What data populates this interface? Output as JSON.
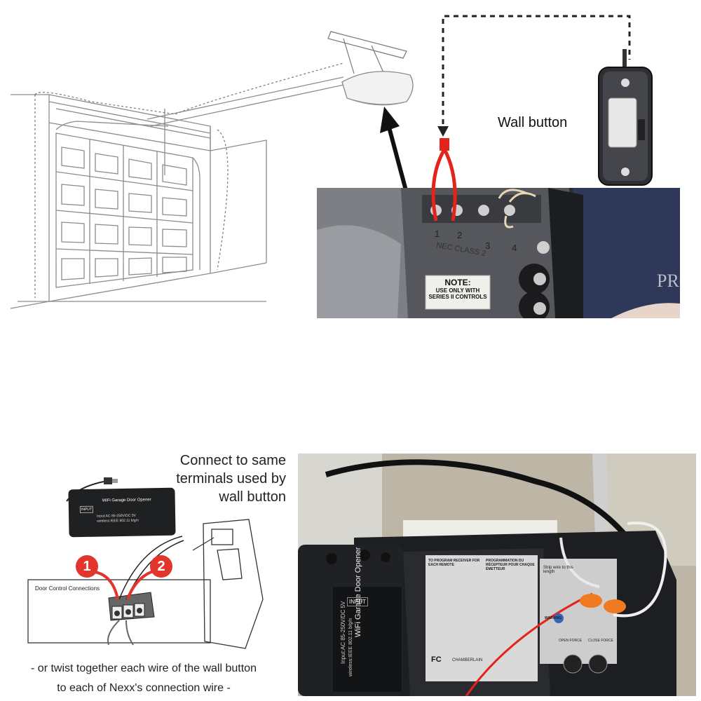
{
  "top": {
    "wall_button_label": "Wall button",
    "terminal_numbers": [
      "1",
      "2",
      "3",
      "4"
    ],
    "terminal_strip_label": "NEC CLASS 2",
    "note_title": "NOTE:",
    "note_line1": "USE ONLY WITH",
    "note_line2": "SERIES II CONTROLS",
    "brand_fragment": "PRO"
  },
  "bottom_left": {
    "heading_line1": "Connect to same",
    "heading_line2": "terminals used by",
    "heading_line3": "wall button",
    "device_title": "WiFi Garage Door Opener",
    "device_input": "Input:AC 85-250V/DC 5V",
    "device_input2": "wireless:IEEE 802.11 b/g/n",
    "device_tag": "INPUT",
    "box_label": "Door Control Connections",
    "marker1": "1",
    "marker2": "2",
    "caption_line1": "- or twist together each wire of the wall button",
    "caption_line2": "to each of Nexx's connection wire -"
  },
  "bottom_right": {
    "device_title": "WiFi Garage Door Opener",
    "device_input": "Input:AC 85-250V/DC 5V",
    "device_input2": "wireless:IEEE 802.11 b/g/n",
    "device_tag": "INPUT",
    "panel_heading_en": "TO PROGRAM RECEIVER FOR EACH REMOTE",
    "panel_heading_fr": "PROGRAMMATION DU RÉCEPTEUR POUR CHAQUE ÉMETTEUR",
    "strip_label": "Strip wire to this length",
    "open_force": "OPEN FORCE",
    "close_force": "CLOSE FORCE",
    "brand": "CHAMBERLAIN",
    "warning": "WARNING",
    "fc": "FC"
  },
  "colors": {
    "red_wire": "#e3241b",
    "marker_red": "#e2352b",
    "orange_nut": "#f07a20",
    "photo_dark": "#2b2c30"
  }
}
